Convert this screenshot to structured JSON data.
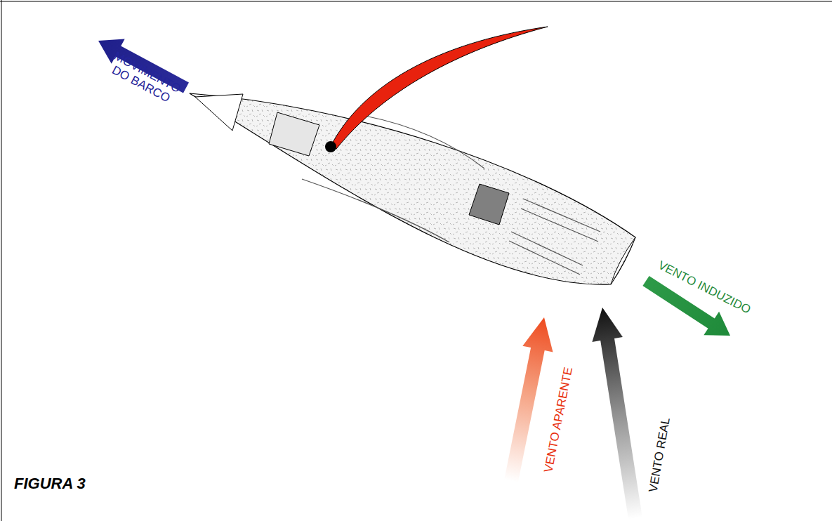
{
  "diagram": {
    "caption": "FIGURA 3",
    "labels": [
      "MOVIMENTO DO BARCO",
      "VENTO INDUZIDO",
      "VENTO APARENTE",
      "VENTO REAL"
    ]
  }
}
